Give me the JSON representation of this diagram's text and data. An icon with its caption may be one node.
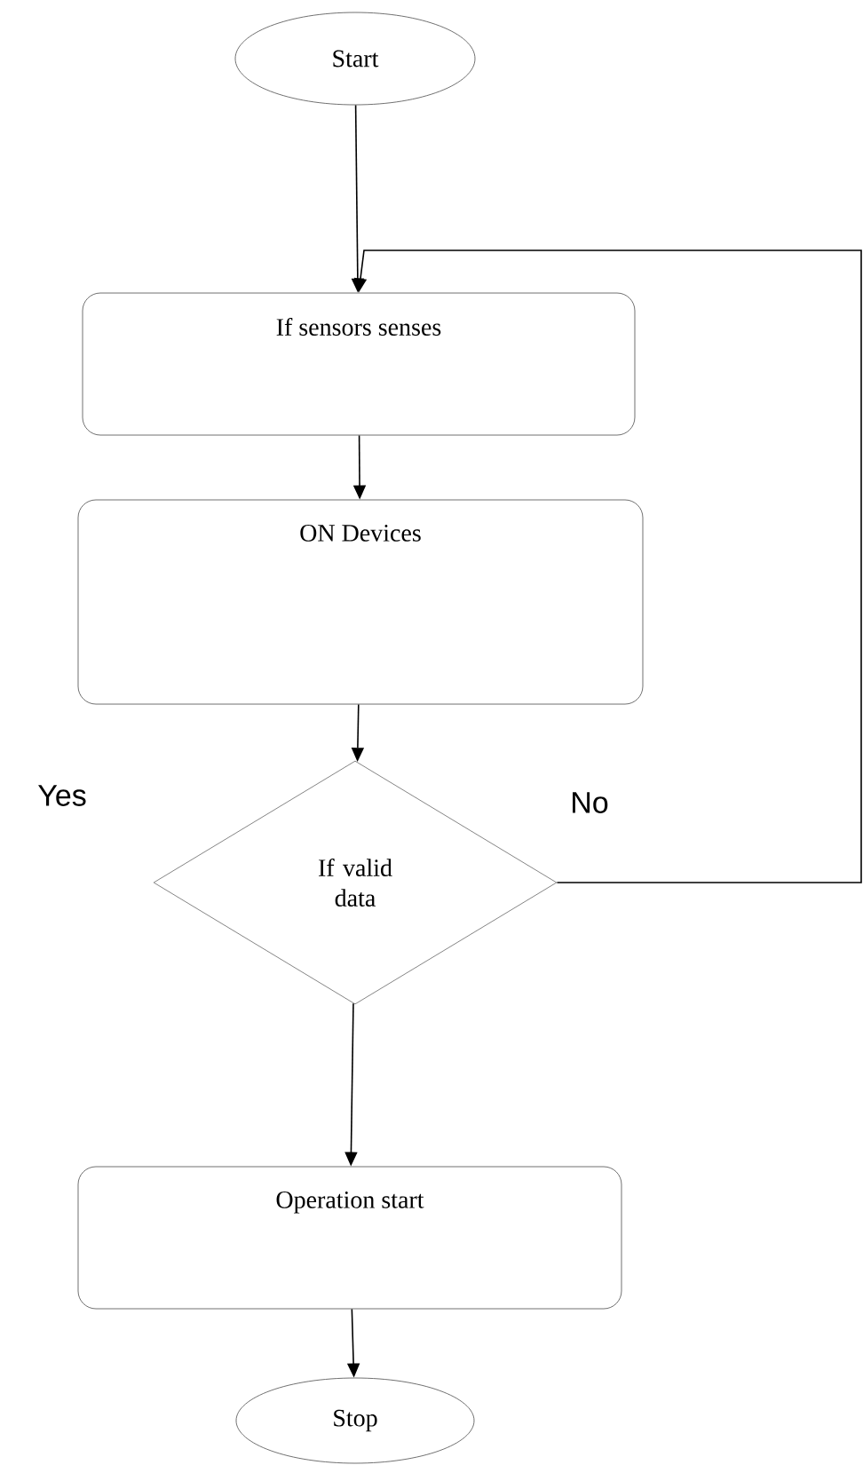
{
  "diagram": {
    "nodes": [
      {
        "text": [
          "Start"
        ]
      },
      {
        "text": [
          "If sensors senses"
        ]
      },
      {
        "text": [
          "ON Devices"
        ]
      },
      {
        "text": [
          "If valid data"
        ]
      },
      {
        "text": [
          "Operation start"
        ]
      },
      {
        "text": [
          "Stop"
        ]
      }
    ],
    "edges": [
      {
        "from": 0,
        "to": 1,
        "arrow": "to"
      },
      {
        "from": 1,
        "to": 2,
        "arrow": "to"
      },
      {
        "from": 2,
        "to": 3,
        "arrow": "to"
      },
      {
        "from": 3,
        "to": 4,
        "arrow": "to"
      },
      {
        "from": 3,
        "to": 1,
        "arrow": "to"
      },
      {
        "from": 4,
        "to": 5,
        "arrow": "to"
      }
    ],
    "labels": [
      "Yes",
      "No"
    ]
  }
}
